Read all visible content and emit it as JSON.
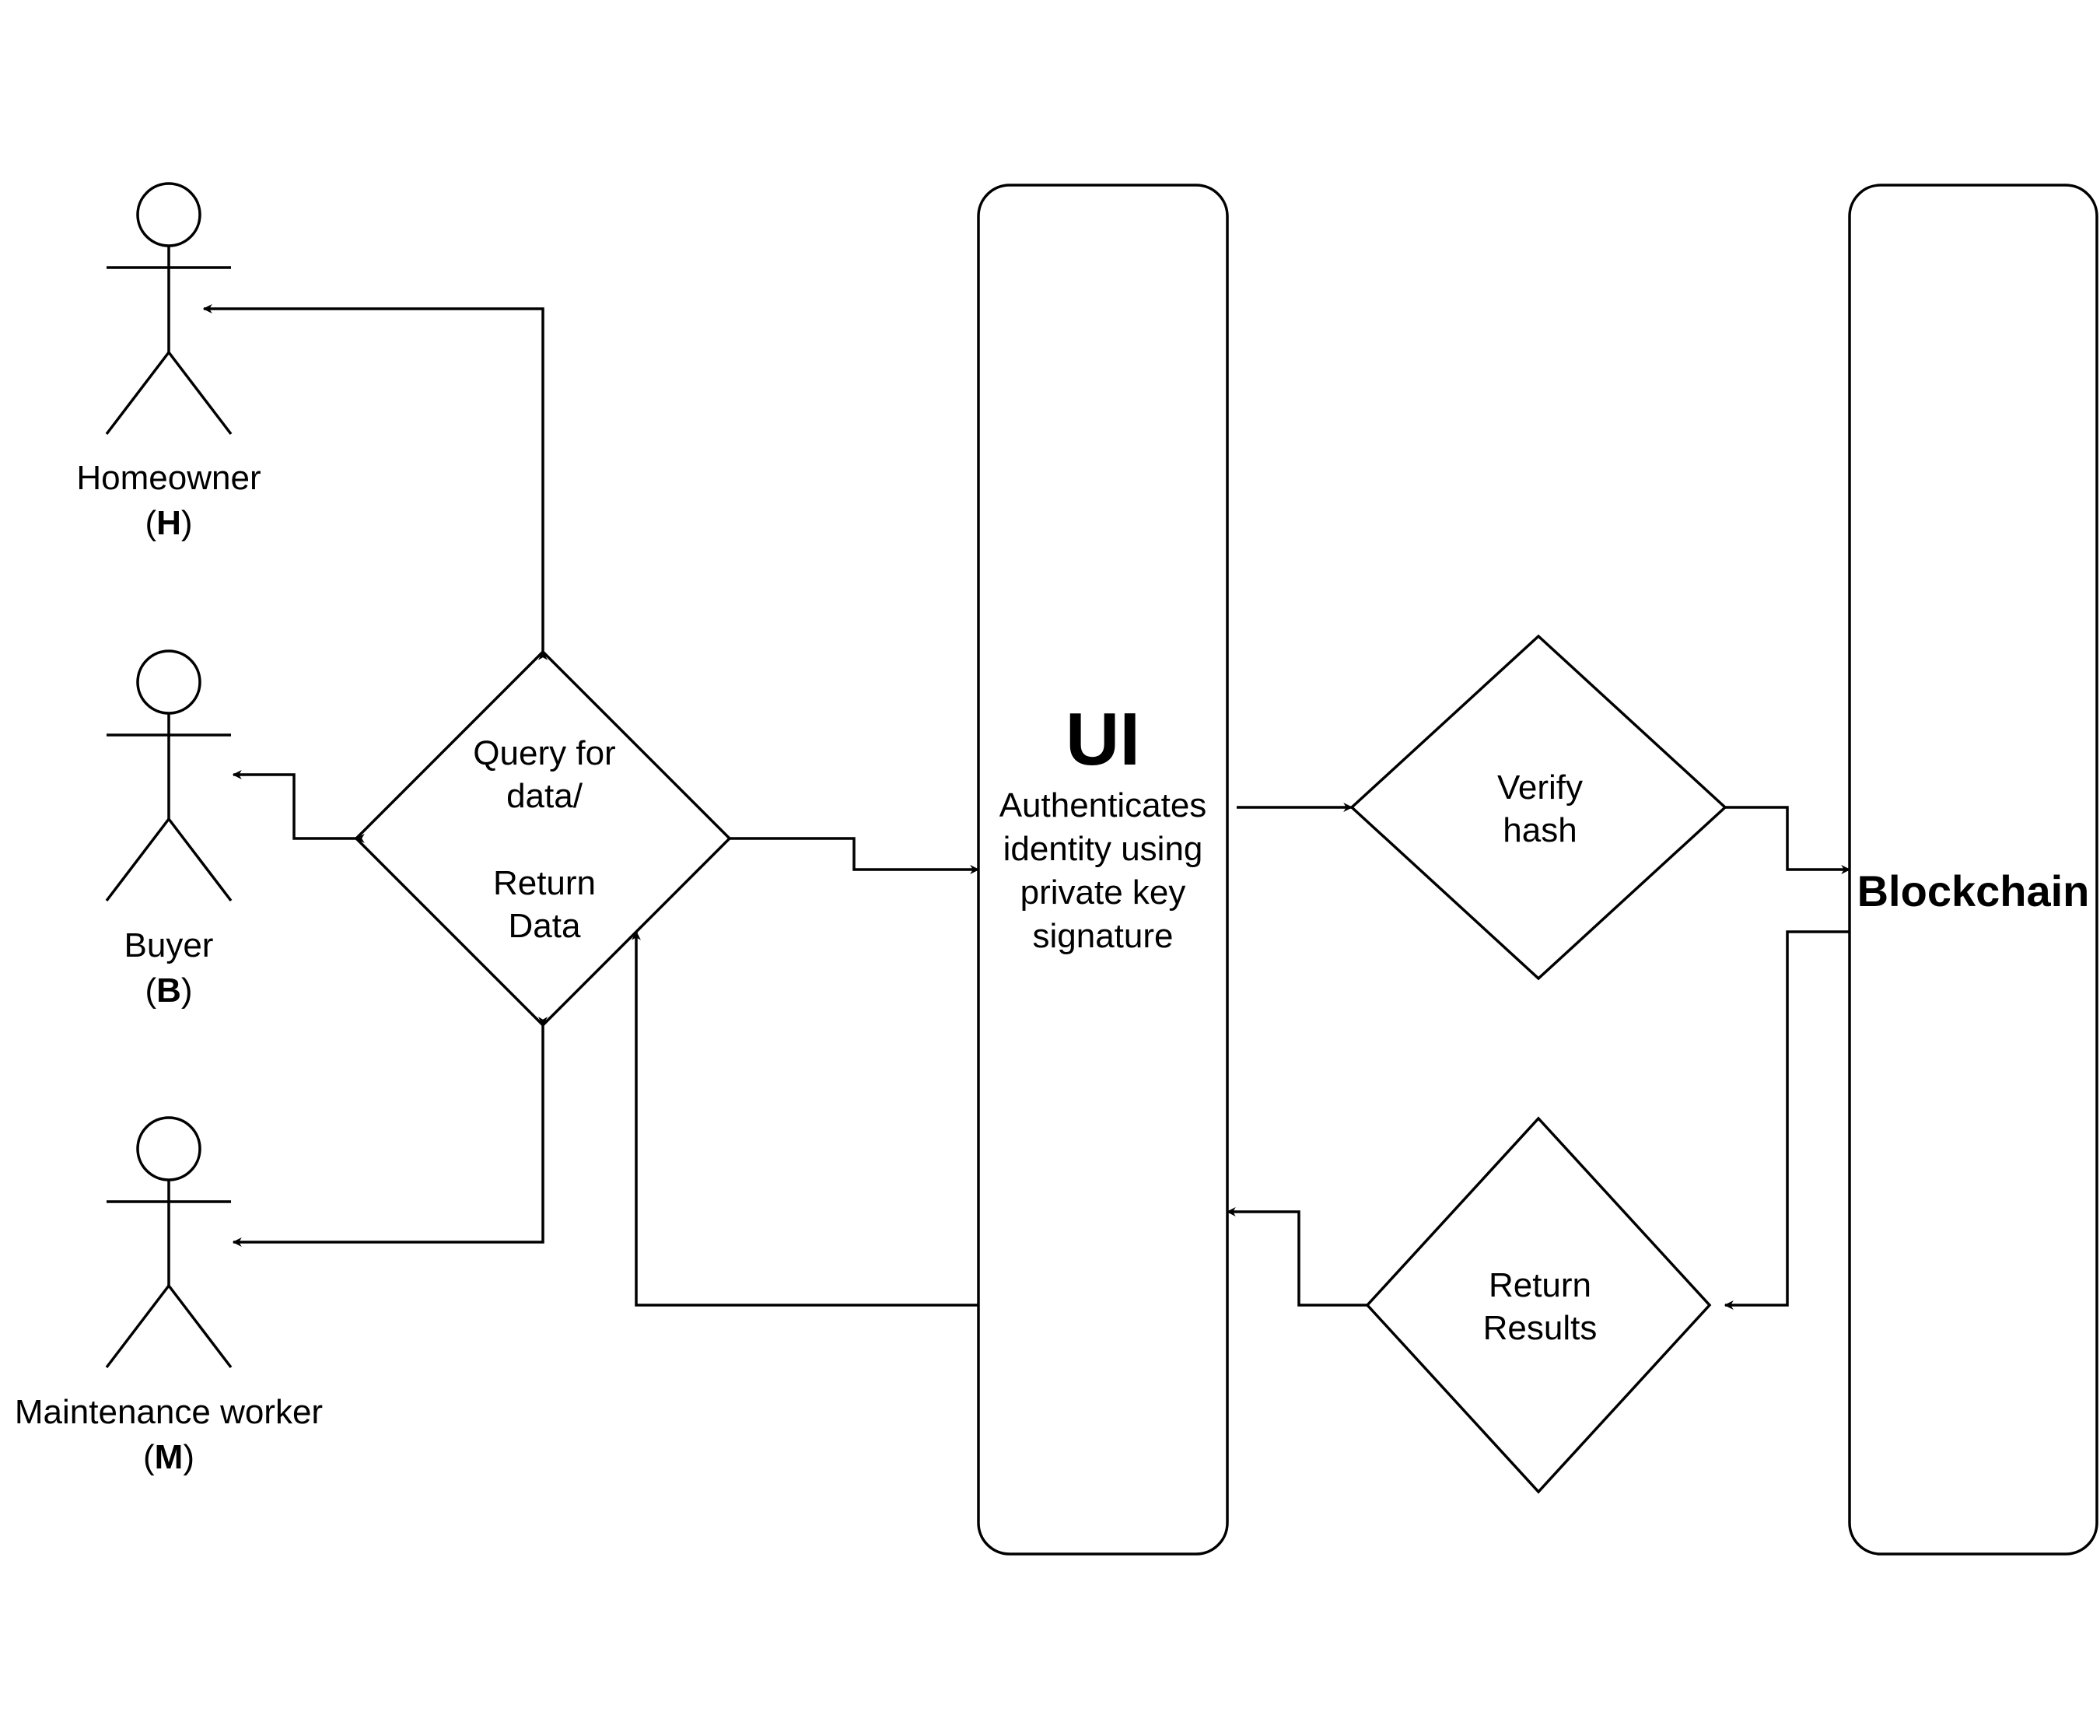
{
  "actors": [
    {
      "id": "homeowner",
      "name": "Homeowner",
      "code": "H"
    },
    {
      "id": "buyer",
      "name": "Buyer",
      "code": "B"
    },
    {
      "id": "maintenance",
      "name": "Maintenance worker",
      "code": "M"
    }
  ],
  "decisions": {
    "query": {
      "lines": [
        "Query for",
        "data/",
        "",
        "Return",
        "Data"
      ]
    },
    "verify": {
      "lines": [
        "Verify",
        "hash"
      ]
    },
    "results": {
      "lines": [
        "Return",
        "Results"
      ]
    }
  },
  "ui_box": {
    "title": "UI",
    "lines": [
      "Authenticates",
      "identity using",
      "private key",
      "signature"
    ]
  },
  "blockchain_box": {
    "title": "Blockchain"
  }
}
